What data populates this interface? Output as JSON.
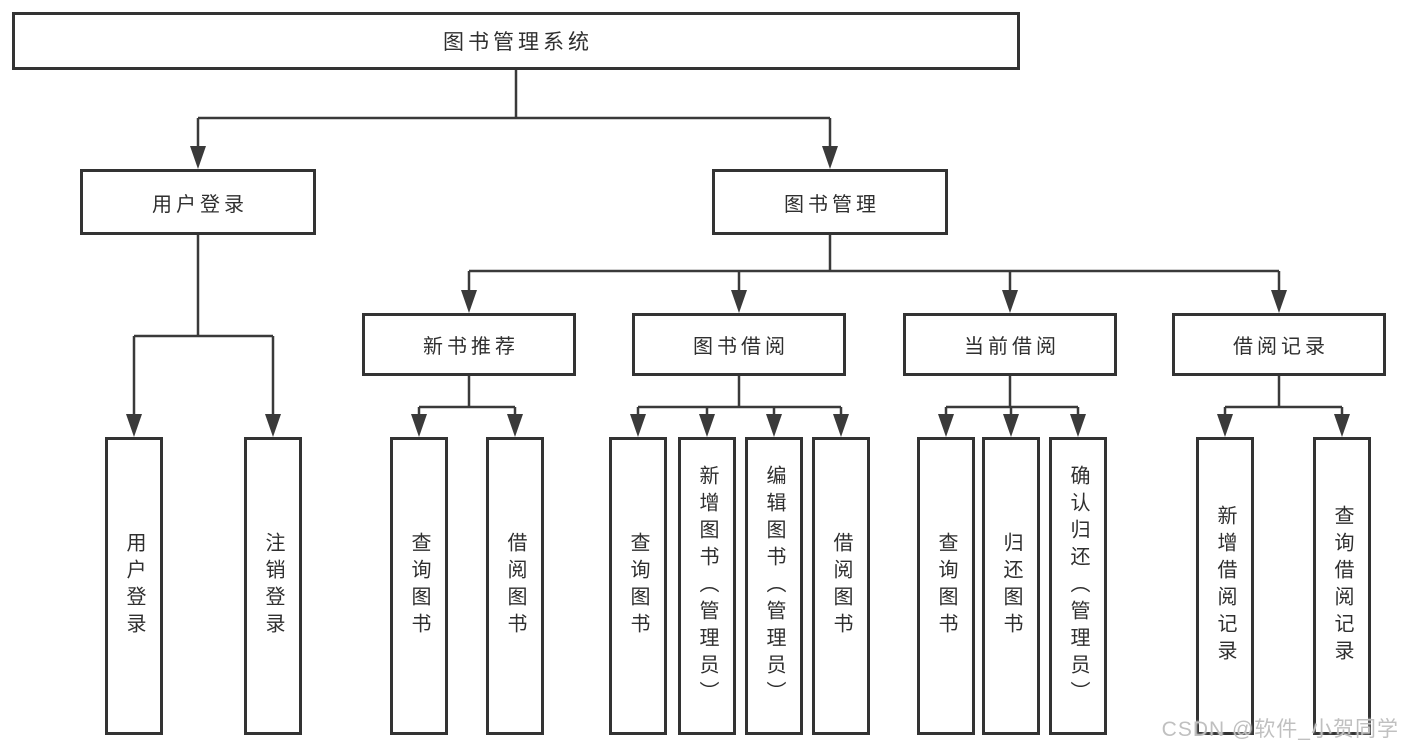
{
  "diagram_title": "图书管理系统",
  "colors": {
    "line": "#3a3a3a",
    "box_border": "#333333",
    "text": "#2f2f2f",
    "background": "#ffffff",
    "watermark": "#c0c0c0"
  },
  "watermark": {
    "text": "CSDN @软件_小贺同学"
  },
  "tree": {
    "label": "图书管理系统",
    "children": [
      {
        "label": "用户登录",
        "children": [
          {
            "label": "用户登录"
          },
          {
            "label": "注销登录"
          }
        ]
      },
      {
        "label": "图书管理",
        "children": [
          {
            "label": "新书推荐",
            "children": [
              {
                "label": "查询图书"
              },
              {
                "label": "借阅图书"
              }
            ]
          },
          {
            "label": "图书借阅",
            "children": [
              {
                "label": "查询图书"
              },
              {
                "label": "新增图书（管理员）"
              },
              {
                "label": "编辑图书（管理员）"
              },
              {
                "label": "借阅图书"
              }
            ]
          },
          {
            "label": "当前借阅",
            "children": [
              {
                "label": "查询图书"
              },
              {
                "label": "归还图书"
              },
              {
                "label": "确认归还（管理员）"
              }
            ]
          },
          {
            "label": "借阅记录",
            "children": [
              {
                "label": "新增借阅记录"
              },
              {
                "label": "查询借阅记录"
              }
            ]
          }
        ]
      }
    ]
  }
}
